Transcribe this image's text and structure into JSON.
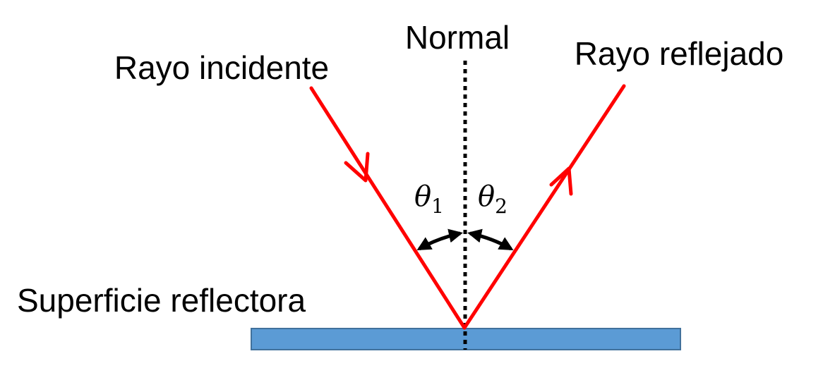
{
  "labels": {
    "normal": "Normal",
    "incident": "Rayo incidente",
    "reflected": "Rayo reflejado",
    "surface": "Superficie reflectora",
    "theta1": {
      "symbol": "θ",
      "subscript": "1"
    },
    "theta2": {
      "symbol": "θ",
      "subscript": "2"
    }
  },
  "colors": {
    "ray": "#ff0000",
    "surface_fill": "#5b9bd5",
    "surface_stroke": "#41719c",
    "normal_line": "#000000",
    "arc": "#000000"
  }
}
